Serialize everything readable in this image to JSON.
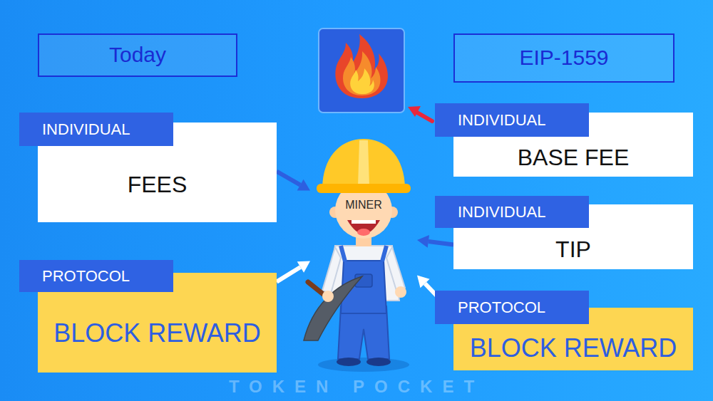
{
  "diagram": {
    "nodes": [
      {
        "text": [
          "Today"
        ]
      },
      {
        "text": [
          "EIP-1559"
        ]
      },
      {
        "text": [
          "INDIVIDUAL",
          "FEES"
        ]
      },
      {
        "text": [
          "INDIVIDUAL",
          "BASE FEE"
        ]
      },
      {
        "text": [
          "MINER"
        ]
      },
      {
        "text": [
          "INDIVIDUAL",
          "TIP"
        ]
      },
      {
        "text": [
          "PROTOCOL",
          "BLOCK REWARD"
        ]
      },
      {
        "text": [
          "PROTOCOL",
          "BLOCK REWARD"
        ]
      }
    ],
    "edges": [
      {
        "from": 2,
        "to": 4,
        "arrow": "to"
      },
      {
        "from": 5,
        "to": 4,
        "arrow": "to"
      },
      {
        "from": 6,
        "to": 4,
        "arrow": "to"
      },
      {
        "from": 7,
        "to": 4,
        "arrow": "to"
      }
    ],
    "labels": [
      "TOKEN POCKET"
    ]
  }
}
